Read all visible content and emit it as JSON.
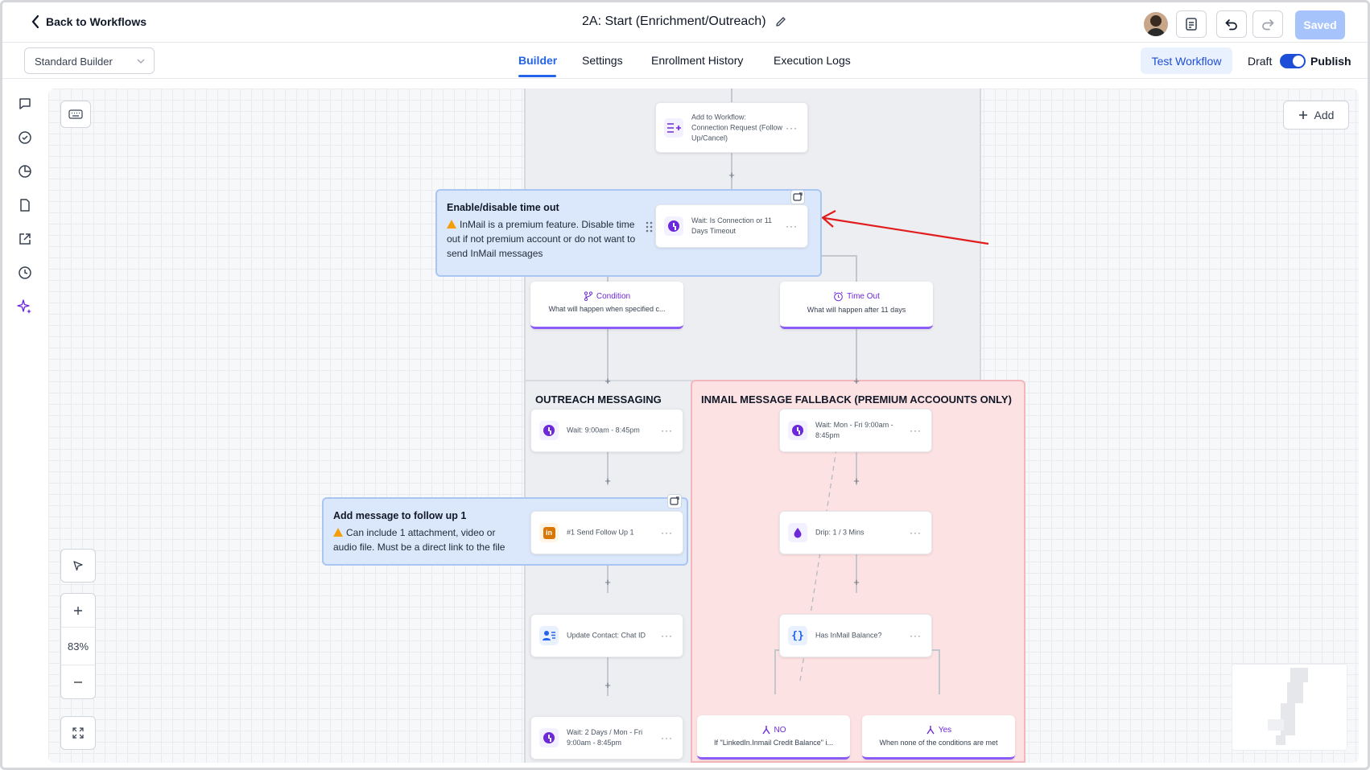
{
  "header": {
    "back_label": "Back to Workflows",
    "workflow_title": "2A: Start (Enrichment/Outreach)",
    "saved_label": "Saved"
  },
  "subheader": {
    "builder_select": "Standard Builder",
    "tabs": [
      "Builder",
      "Settings",
      "Enrollment History",
      "Execution Logs"
    ],
    "active_tab": "Builder",
    "test_workflow_label": "Test Workflow",
    "draft_label": "Draft",
    "publish_label": "Publish",
    "publish_toggle_on": true
  },
  "left_rail": {
    "icons": [
      "chat-icon",
      "check-circle-icon",
      "pie-chart-icon",
      "document-icon",
      "external-link-icon",
      "clock-history-icon",
      "sparkle-icon"
    ]
  },
  "canvas": {
    "add_button_label": "Add",
    "zoom_level": "83%",
    "nodes": {
      "add_to_workflow": "Add to Workflow: Connection Request (Follow Up/Cancel)",
      "wait_connection": "Wait: Is Connection or 11 Days Timeout",
      "wait_outreach": "Wait: 9:00am - 8:45pm",
      "send_follow_up": "#1 Send Follow Up 1",
      "update_contact": "Update Contact: Chat ID",
      "wait_2_days": "Wait: 2 Days / Mon - Fri 9:00am - 8:45pm",
      "wait_inmail": "Wait: Mon - Fri 9:00am - 8:45pm",
      "drip": "Drip: 1 / 3 Mins",
      "has_inmail_balance": "Has InMail Balance?"
    },
    "branches": {
      "condition_title": "Condition",
      "condition_desc": "What will happen when specified c...",
      "timeout_title": "Time Out",
      "timeout_desc": "What will happen after 11 days",
      "no_title": "NO",
      "no_desc": "If \"LinkedIn.Inmail Credit Balance\" i...",
      "yes_title": "Yes",
      "yes_desc": "When none of the conditions are met"
    },
    "sections": {
      "outreach": "OUTREACH MESSAGING",
      "inmail": "INMAIL MESSAGE FALLBACK (PREMIUM ACCOOUNTS ONLY)"
    },
    "notes": {
      "timeout_title": "Enable/disable time out",
      "timeout_body": "InMail is a premium feature. Disable time out if not premium account or do not want to send InMail messages",
      "followup_title": "Add message to follow up 1",
      "followup_body": "Can include 1 attachment, video or audio file. Must be a direct link to the file"
    }
  },
  "colors": {
    "accent": "#2563eb",
    "purple": "#6d28d9",
    "note_bg": "#dbe8fb",
    "inmail_lane": "#fde2e4",
    "annotation_arrow": "#e11d1d",
    "linkedin": "#d97706"
  }
}
